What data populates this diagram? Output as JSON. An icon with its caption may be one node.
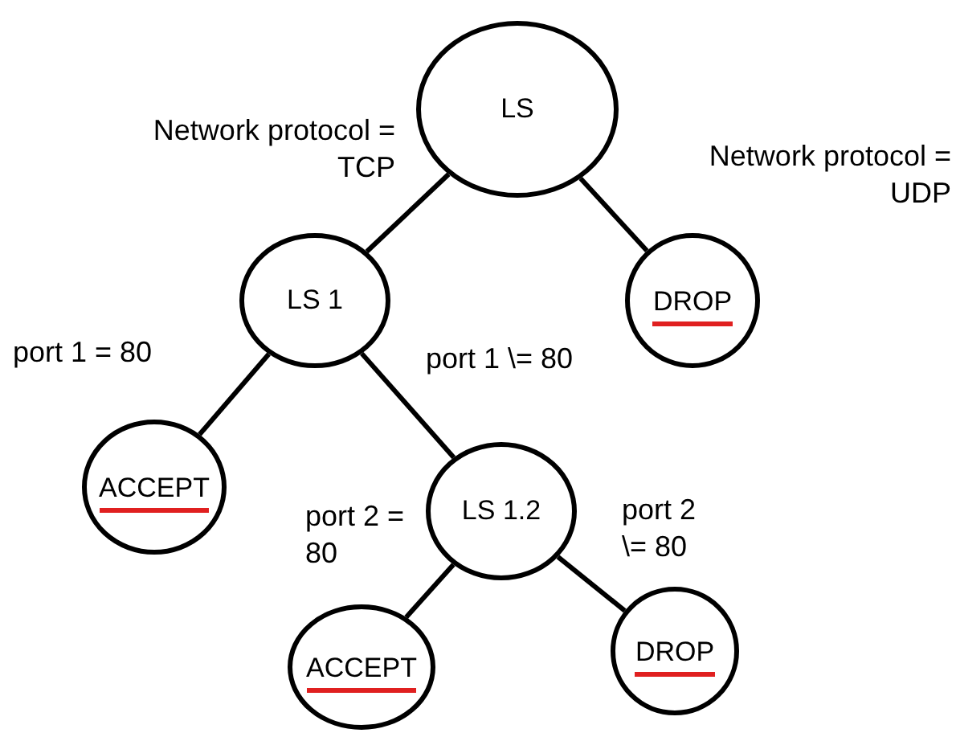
{
  "diagram": {
    "nodes": [
      {
        "text": [
          "LS"
        ]
      },
      {
        "text": [
          "LS 1"
        ]
      },
      {
        "text": [
          "DROP"
        ]
      },
      {
        "text": [
          "ACCEPT"
        ]
      },
      {
        "text": [
          "LS 1.2"
        ]
      },
      {
        "text": [
          "ACCEPT"
        ]
      },
      {
        "text": [
          "DROP"
        ]
      }
    ],
    "edges": [
      {
        "from": 0,
        "to": 1,
        "arrow": "none",
        "label": "Network protocol = TCP"
      },
      {
        "from": 0,
        "to": 2,
        "arrow": "none",
        "label": "Network protocol = UDP"
      },
      {
        "from": 1,
        "to": 3,
        "arrow": "none",
        "label": "port 1 = 80"
      },
      {
        "from": 1,
        "to": 4,
        "arrow": "none",
        "label": "port 1 \\= 80"
      },
      {
        "from": 4,
        "to": 5,
        "arrow": "none",
        "label": "port 2 = 80"
      },
      {
        "from": 4,
        "to": 6,
        "arrow": "none",
        "label": "port 2 \\= 80"
      }
    ]
  }
}
